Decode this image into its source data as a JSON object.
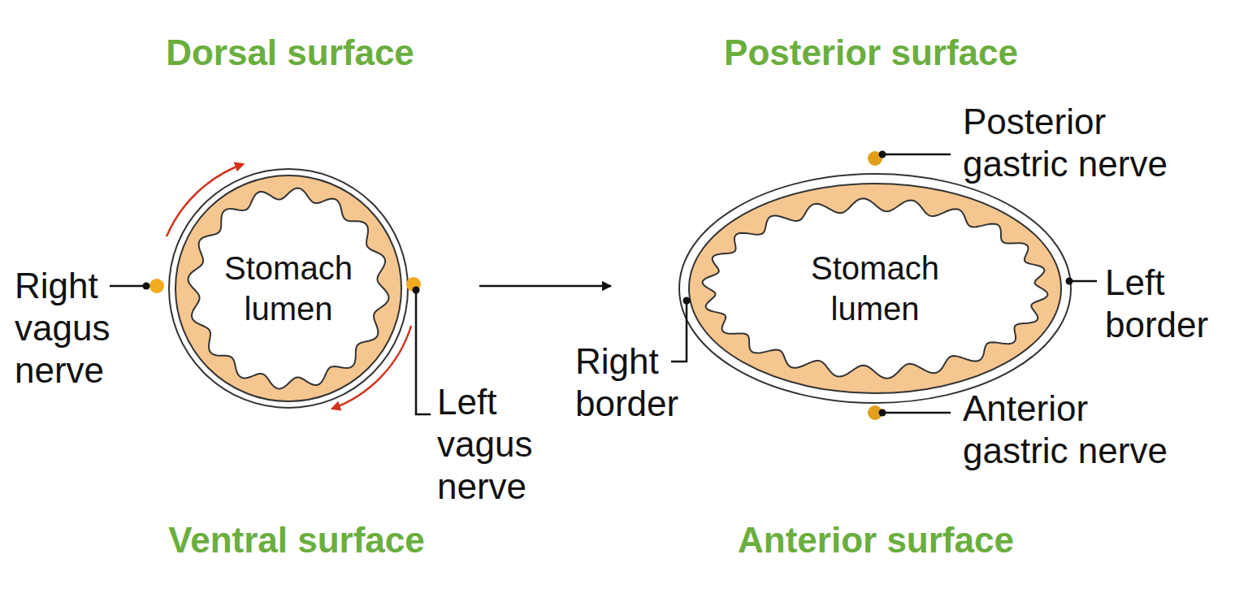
{
  "diagram": {
    "nodes": [
      {
        "text": [
          "Stomach lumen"
        ]
      },
      {
        "text": [
          "Stomach lumen"
        ]
      }
    ],
    "edges": [
      {
        "from": 0,
        "to": 1,
        "arrow": "to"
      }
    ],
    "labels": [
      "Dorsal surface",
      "Posterior surface",
      "Posterior gastric nerve",
      "Right vagus nerve",
      "Left border",
      "Left vagus nerve",
      "Right border",
      "Anterior gastric nerve",
      "Ventral surface",
      "Anterior surface"
    ]
  }
}
